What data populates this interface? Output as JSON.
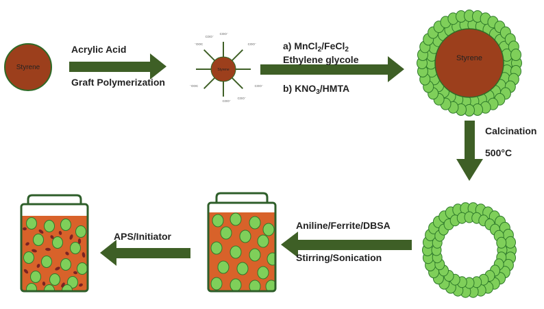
{
  "colors": {
    "arrow": "#3e5f26",
    "core": "#9c3f1c",
    "core_edge": "#2f6a27",
    "bead": "#7fcf5a",
    "bead_edge": "#2e7a2a",
    "liquid": "#d8622a",
    "beaker_edge": "#2e5e2a",
    "dark_particle": "#7a2323"
  },
  "labels": {
    "styrene_left": "Styrene",
    "styrene_small": "Styrene",
    "styrene_coated": "Styrene",
    "arrow1_top": "Acrylic Acid",
    "arrow1_bottom": "Graft Polymerization",
    "arrow2_a_pre": "a) MnCl",
    "arrow2_a_sub1": "2",
    "arrow2_a_mid": "/FeCl",
    "arrow2_a_sub2": "2",
    "arrow2_a_line2": "Ethylene glycole",
    "arrow2_b_pre": "b) KNO",
    "arrow2_b_sub": "3",
    "arrow2_b_post": "/HMTA",
    "arrow3_line1": "Calcination",
    "arrow3_line2": "500°C",
    "arrow4_top": "Aniline/Ferrite/DBSA",
    "arrow4_bottom": "Stirring/Sonication",
    "arrow5": "APS/Initiator"
  },
  "coo_groups": [
    "COO⁻",
    "COO⁻",
    "COO⁻",
    "⁻OOC",
    "⁻OOC",
    "COO⁻",
    "COO⁻",
    "COO⁻"
  ]
}
